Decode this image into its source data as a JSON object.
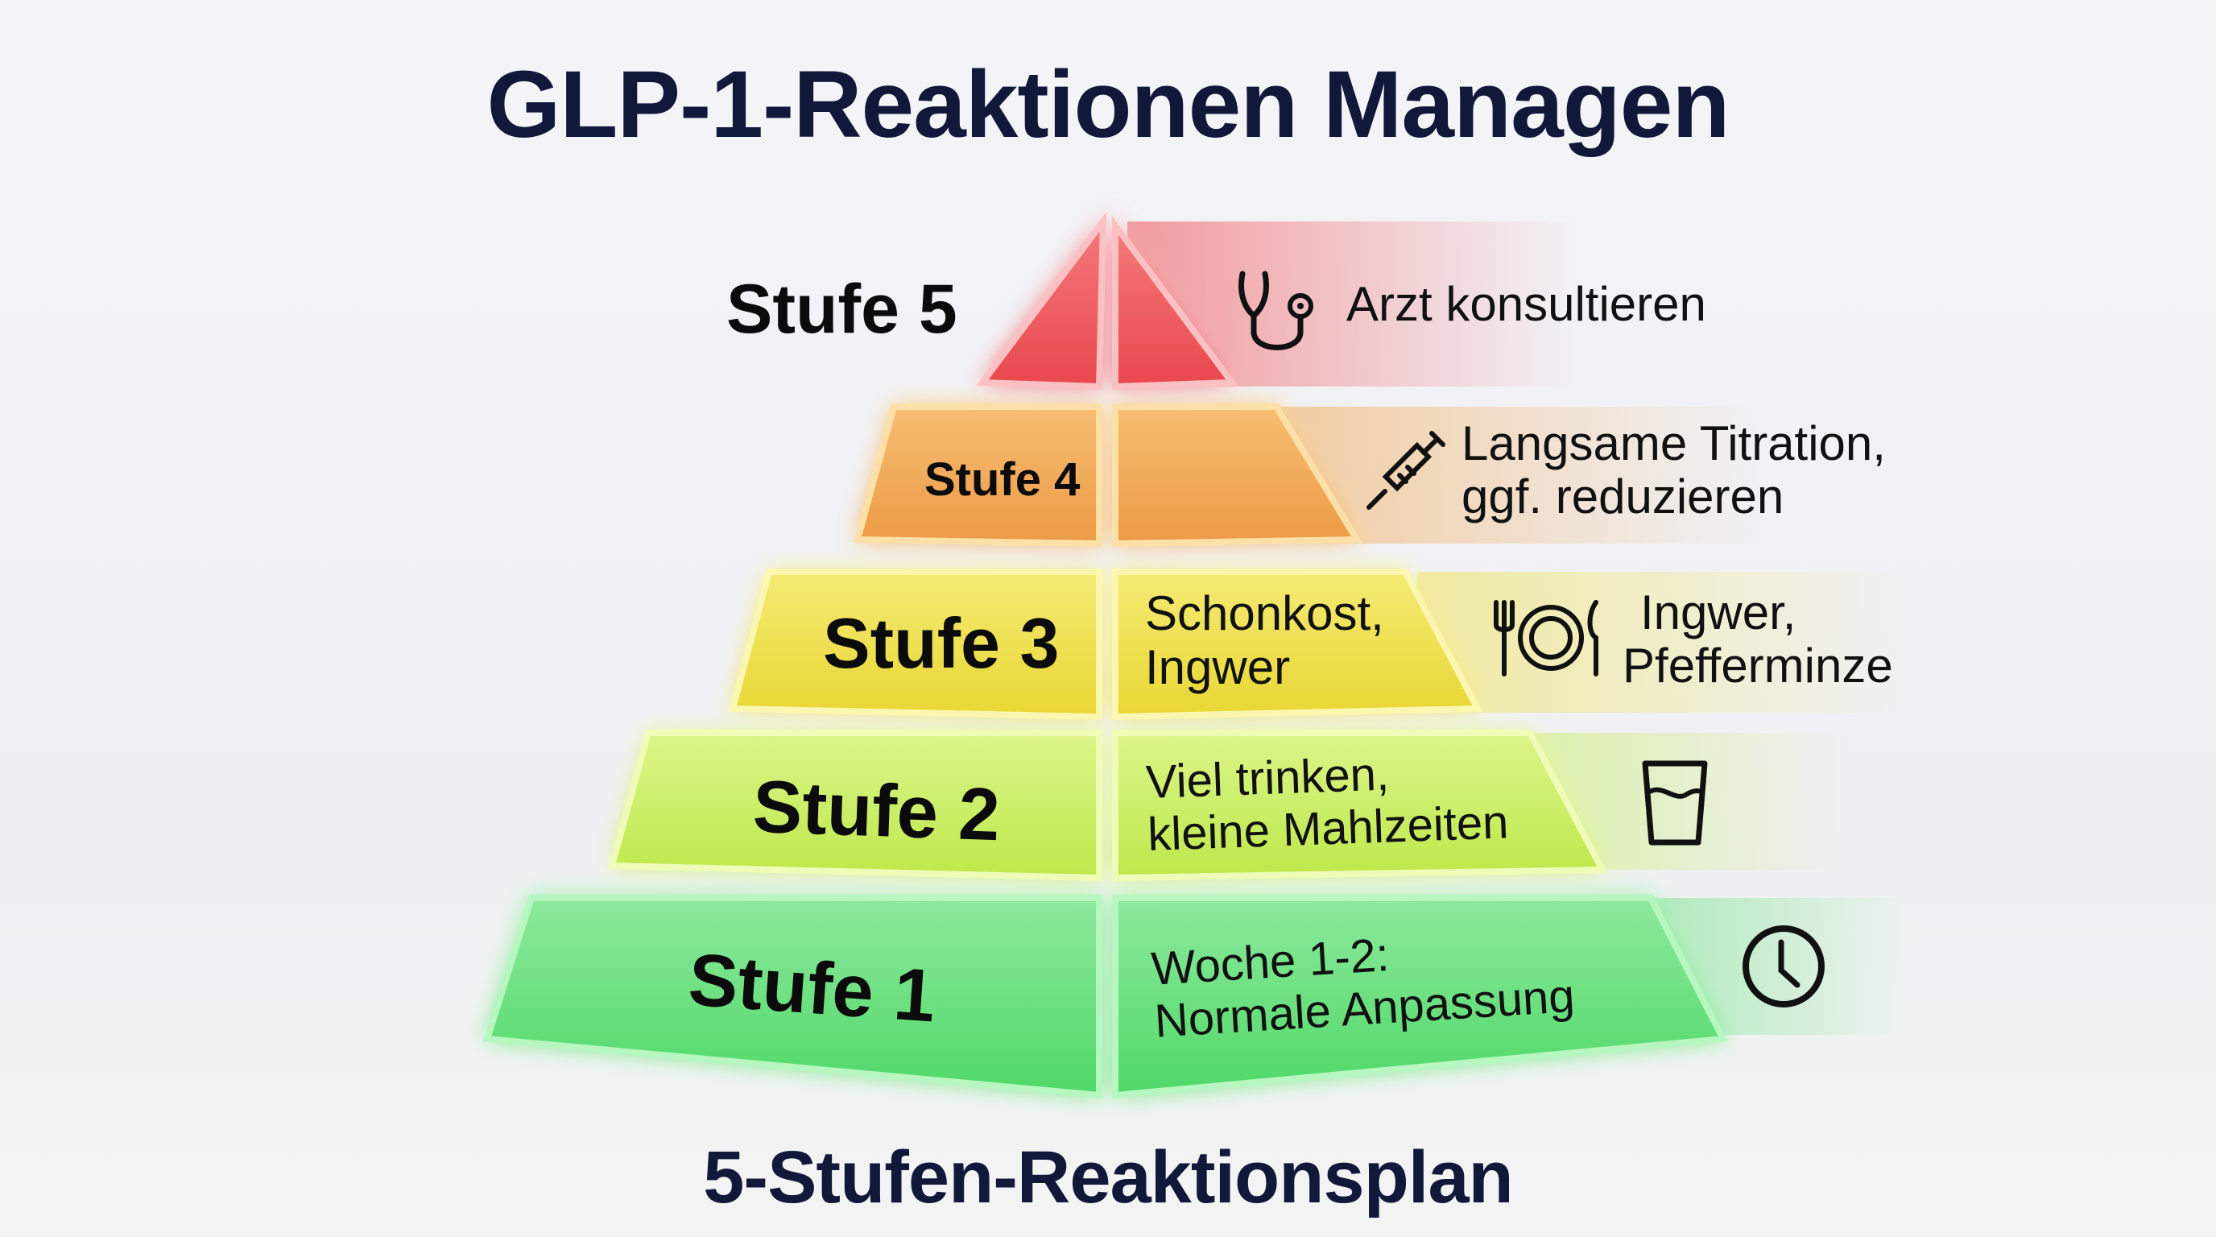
{
  "title": "GLP-1-Reaktionen Managen",
  "subtitle": "5-Stufen-Reaktionsplan",
  "colors": {
    "title": "#12183a",
    "level5": "#ef5a5e",
    "level4": "#f0a452",
    "level3": "#efe046",
    "level2": "#c8ee5a",
    "level1": "#62e07a"
  },
  "levels": [
    {
      "label": "Stufe 5",
      "front_text": "",
      "side_text": "Arzt konsultieren",
      "icon": "stethoscope-icon"
    },
    {
      "label": "Stufe 4",
      "front_text": "",
      "side_text_line1": "Langsame Titration,",
      "side_text_line2": "ggf. reduzieren",
      "icon": "syringe-icon"
    },
    {
      "label": "Stufe 3",
      "front_text_line1": "Schonkost,",
      "front_text_line2": "Ingwer",
      "side_text_line1": "Ingwer,",
      "side_text_line2": "Pfefferminze",
      "icon": "plate-cutlery-icon"
    },
    {
      "label": "Stufe 2",
      "front_text_line1": "Viel trinken,",
      "front_text_line2": "kleine Mahlzeiten",
      "icon": "glass-icon"
    },
    {
      "label": "Stufe 1",
      "front_text_line1": "Woche 1-2:",
      "front_text_line2": "Normale Anpassung",
      "icon": "clock-icon"
    }
  ]
}
